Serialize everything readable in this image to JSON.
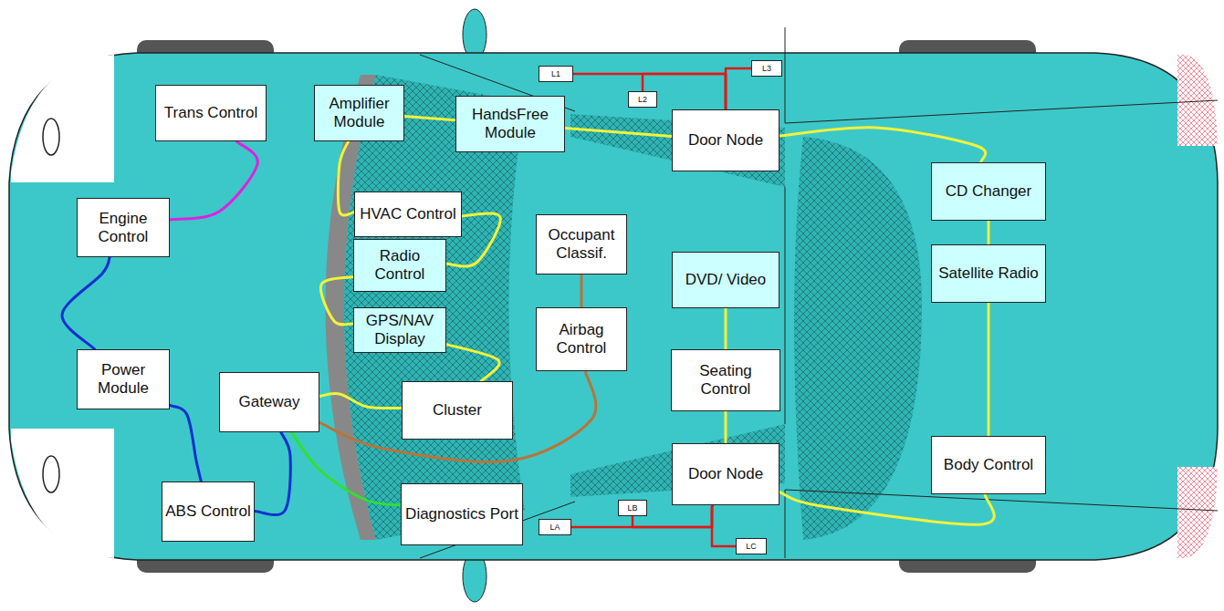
{
  "diagram": {
    "nodes": [
      {
        "text": [
          "Trans Control"
        ]
      },
      {
        "text": [
          "Engine Control"
        ]
      },
      {
        "text": [
          "Power Module"
        ]
      },
      {
        "text": [
          "ABS Control"
        ]
      },
      {
        "text": [
          "Amplifier Module"
        ]
      },
      {
        "text": [
          "HandsFree Module"
        ]
      },
      {
        "text": [
          "HVAC Control"
        ]
      },
      {
        "text": [
          "Radio Control"
        ]
      },
      {
        "text": [
          "GPS/NAV Display"
        ]
      },
      {
        "text": [
          "Gateway"
        ]
      },
      {
        "text": [
          "Cluster"
        ]
      },
      {
        "text": [
          "Occupant Classif."
        ]
      },
      {
        "text": [
          "Airbag Control"
        ]
      },
      {
        "text": [
          "Diagnostics Port"
        ]
      },
      {
        "text": [
          "Door Node"
        ]
      },
      {
        "text": [
          "DVD/ Video"
        ]
      },
      {
        "text": [
          "Seating Control"
        ]
      },
      {
        "text": [
          "Door Node"
        ]
      },
      {
        "text": [
          "CD Changer"
        ]
      },
      {
        "text": [
          "Satellite Radio"
        ]
      },
      {
        "text": [
          "Body Control"
        ]
      },
      {
        "text": [
          "L1"
        ]
      },
      {
        "text": [
          "L2"
        ]
      },
      {
        "text": [
          "L3"
        ]
      },
      {
        "text": [
          "LA"
        ]
      },
      {
        "text": [
          "LB"
        ]
      },
      {
        "text": [
          "LC"
        ]
      }
    ],
    "edges": [
      {
        "from": 0,
        "to": 1,
        "arrow": "none"
      },
      {
        "from": 1,
        "to": 2,
        "arrow": "none"
      },
      {
        "from": 2,
        "to": 3,
        "arrow": "none"
      },
      {
        "from": 3,
        "to": 9,
        "arrow": "none"
      },
      {
        "from": 9,
        "to": 13,
        "arrow": "none"
      },
      {
        "from": 9,
        "to": 12,
        "arrow": "none"
      },
      {
        "from": 12,
        "to": 11,
        "arrow": "none"
      },
      {
        "from": 4,
        "to": 5,
        "arrow": "none"
      },
      {
        "from": 5,
        "to": 14,
        "arrow": "none"
      },
      {
        "from": 14,
        "to": 18,
        "arrow": "none"
      },
      {
        "from": 18,
        "to": 19,
        "arrow": "none"
      },
      {
        "from": 19,
        "to": 20,
        "arrow": "none"
      },
      {
        "from": 20,
        "to": 17,
        "arrow": "none"
      },
      {
        "from": 17,
        "to": 16,
        "arrow": "none"
      },
      {
        "from": 16,
        "to": 15,
        "arrow": "none"
      },
      {
        "from": 4,
        "to": 6,
        "arrow": "none"
      },
      {
        "from": 6,
        "to": 7,
        "arrow": "none"
      },
      {
        "from": 7,
        "to": 8,
        "arrow": "none"
      },
      {
        "from": 8,
        "to": 10,
        "arrow": "none"
      },
      {
        "from": 10,
        "to": 9,
        "arrow": "none"
      },
      {
        "from": 14,
        "to": 21,
        "arrow": "none"
      },
      {
        "from": 14,
        "to": 22,
        "arrow": "none"
      },
      {
        "from": 14,
        "to": 23,
        "arrow": "none"
      },
      {
        "from": 17,
        "to": 24,
        "arrow": "none"
      },
      {
        "from": 17,
        "to": 25,
        "arrow": "none"
      },
      {
        "from": 17,
        "to": 26,
        "arrow": "none"
      }
    ]
  }
}
